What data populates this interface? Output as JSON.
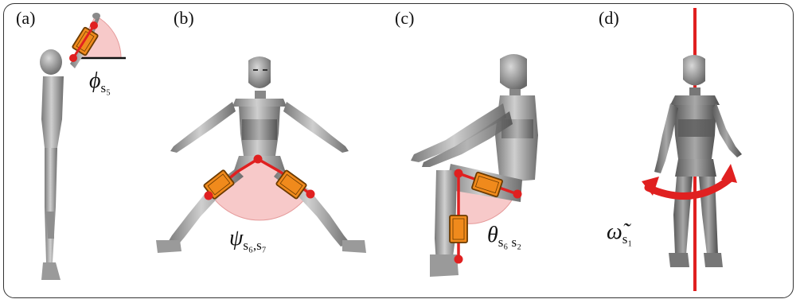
{
  "panels": [
    {
      "label": "(a)",
      "math_symbol": "ϕ",
      "math_subscript": "s₅"
    },
    {
      "label": "(b)",
      "math_symbol": "ψ",
      "math_subscript": "s₆,s₇"
    },
    {
      "label": "(c)",
      "math_symbol": "θ",
      "math_subscript": "s₆ s₂"
    },
    {
      "label": "(d)",
      "math_symbol": "ω̃",
      "math_subscript": "s₁"
    }
  ],
  "colors": {
    "sensor_fill": "#f08a1c",
    "sensor_stroke": "#6b3a00",
    "joint_red": "#e02020",
    "angle_fill": "#f7c9c9",
    "body_gray": "#a9a9a9",
    "frame": "#333333"
  }
}
